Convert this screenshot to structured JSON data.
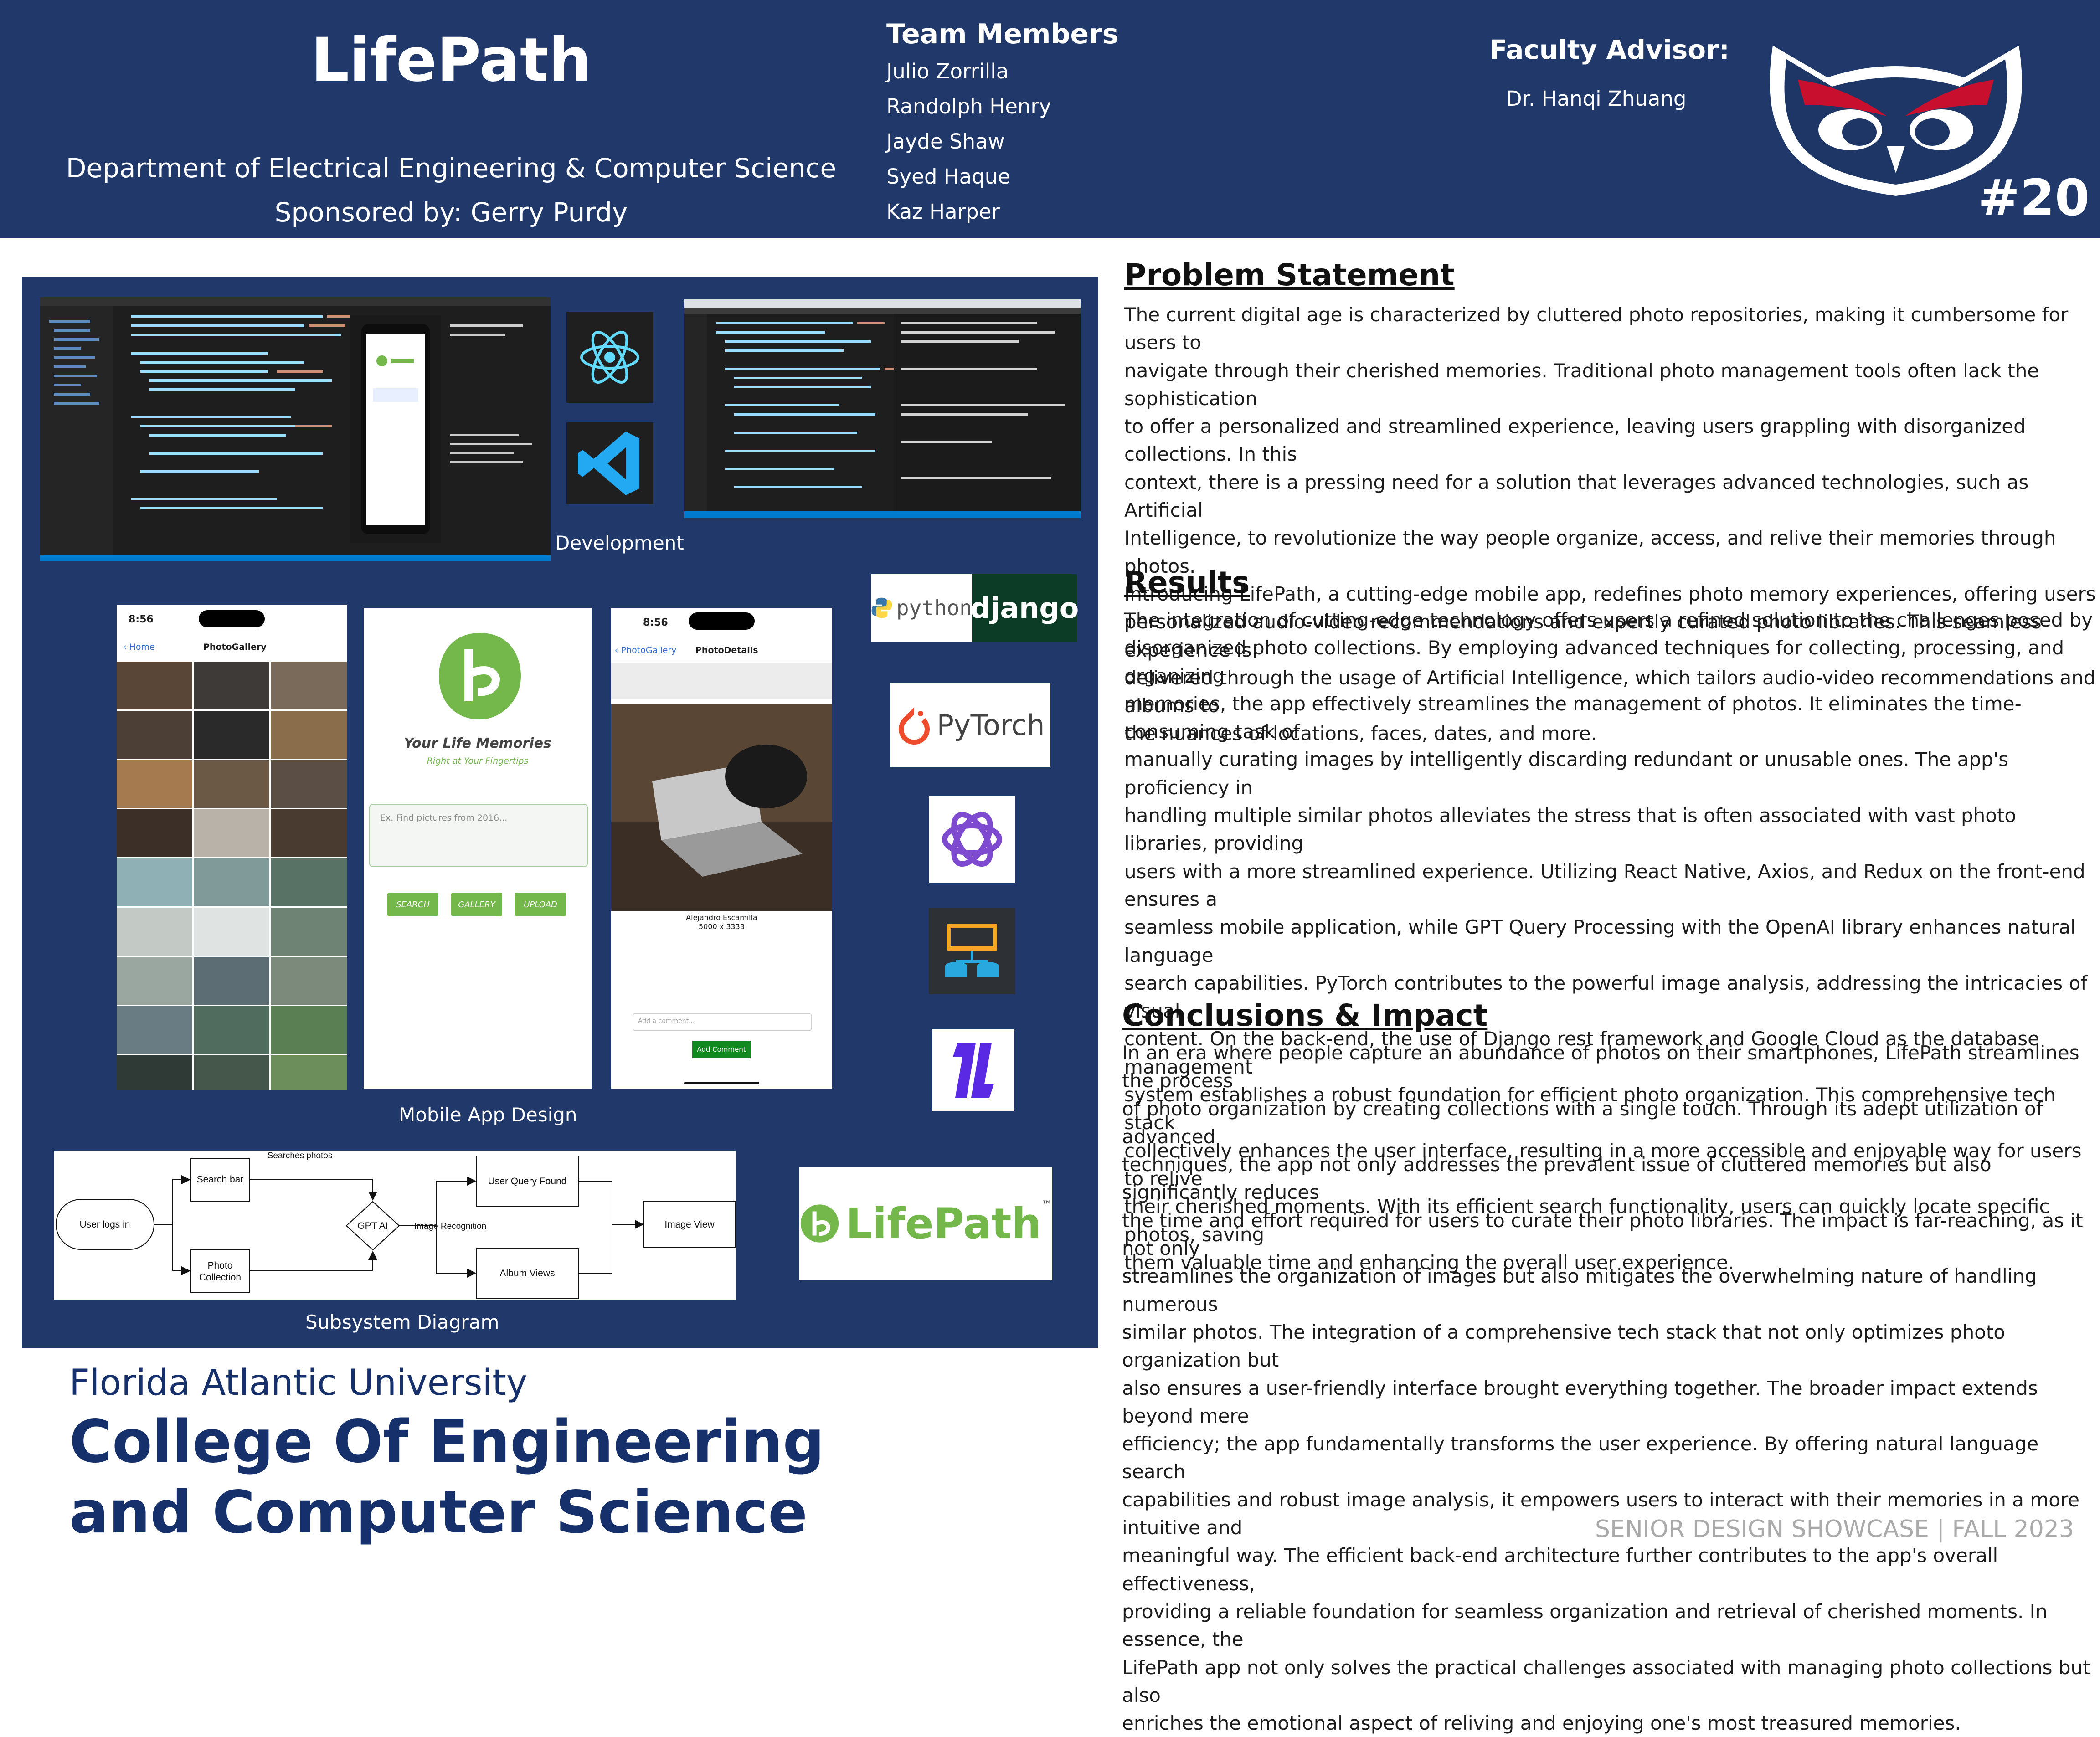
{
  "header": {
    "title": "LifePath",
    "department": "Department of Electrical Engineering & Computer Science",
    "sponsor": "Sponsored by: Gerry Purdy",
    "team_heading": "Team Members",
    "team_members": [
      "Julio Zorrilla",
      "Randolph Henry",
      "Jayde Shaw",
      "Syed Haque",
      "Kaz Harper"
    ],
    "advisor_heading": "Faculty Advisor:",
    "advisor_name": "Dr. Hanqi Zhuang",
    "project_number": "#20",
    "mascot_icon": "owl-logo-icon",
    "background_color": "#20386a"
  },
  "left_panel": {
    "development_label": "Development",
    "mobile_label": "Mobile App Design",
    "subsystem_label": "Subsystem Diagram",
    "logos": {
      "python": "python",
      "django": "django",
      "pytorch": "PyTorch",
      "lifepath": "LifePath",
      "lifepath_tm": "™"
    },
    "icons": [
      "react-icon",
      "vscode-icon",
      "redux-icon",
      "openai-icon",
      "database-icon",
      "axios-icon"
    ],
    "phone_gallery": {
      "time": "8:56",
      "back": "Home",
      "title": "PhotoGallery"
    },
    "phone_home": {
      "tagline": "Your Life Memories",
      "subtagline": "Right at Your Fingertips",
      "placeholder": "Ex. Find pictures from 2016...",
      "buttons": [
        "SEARCH",
        "GALLERY",
        "UPLOAD"
      ]
    },
    "phone_details": {
      "time": "8:56",
      "back": "PhotoGallery",
      "title": "PhotoDetails",
      "author": "Alejandro Escamilla",
      "dimensions": "5000 x 3333",
      "comment_placeholder": "Add a comment...",
      "add_button": "Add Comment"
    },
    "diagram": {
      "user_logs_in": "User logs in",
      "search_bar": "Search bar",
      "photo_collection_1": "Photo",
      "photo_collection_2": "Collection",
      "searches_photos": "Searches photos",
      "gpt_ai": "GPT AI",
      "image_recognition": "Image Recognition",
      "user_query_found": "User Query Found",
      "album_views": "Album Views",
      "image_view": "Image View"
    }
  },
  "sections": {
    "problem": {
      "heading": "Problem Statement",
      "lines": [
        "The current digital age is characterized by cluttered photo repositories, making it cumbersome for users to",
        "navigate through their cherished memories. Traditional photo management tools often lack the sophistication",
        "to offer a personalized and streamlined experience, leaving users grappling with disorganized collections. In this",
        "context, there is a pressing need for a solution that leverages advanced technologies, such as Artificial",
        "Intelligence, to revolutionize the way people organize, access, and relive their memories through photos.",
        "Introducing LifePath, a cutting-edge mobile app, redefines photo memory experiences, offering users",
        "personalized audio-video recommendations and expertly curated photo libraries. This seamless experience is",
        "delivered through the usage of Artificial Intelligence, which tailors audio-video recommendations and albums to",
        "the nuances of locations, faces, dates, and more."
      ]
    },
    "results": {
      "heading": "Results",
      "lines": [
        "The integration of cutting-edge technology offers users a refined solution to the challenges posed by",
        "disorganized photo collections. By employing advanced techniques for collecting, processing, and organizing",
        "memories, the app effectively streamlines the management of photos. It eliminates the time-consuming task of",
        "manually curating images by intelligently discarding redundant or unusable ones. The app's proficiency in",
        "handling multiple similar photos alleviates the stress that is often associated with vast photo libraries, providing",
        "users with a more streamlined experience. Utilizing React Native, Axios, and Redux on the front-end ensures a",
        "seamless mobile application, while GPT Query Processing with the OpenAI library enhances natural language",
        "search capabilities. PyTorch contributes to the powerful image analysis, addressing the intricacies of visual",
        "content. On the back-end, the use of Django rest framework and Google Cloud as the database management",
        "system establishes a robust foundation for efficient photo organization. This comprehensive tech stack",
        "collectively enhances the user interface, resulting in a more accessible and enjoyable way for users to relive",
        "their cherished moments. With its efficient search functionality, users can quickly locate specific photos, saving",
        "them valuable time and enhancing the overall user experience."
      ]
    },
    "conclusions": {
      "heading": "Conclusions & Impact",
      "lines": [
        "In an era where people capture an abundance of photos on their smartphones, LifePath streamlines the process",
        "of photo organization by creating collections with a single touch. Through its adept utilization of advanced",
        "techniques, the app not only addresses the prevalent issue of cluttered memories but also significantly reduces",
        "the time and effort required for users to curate their photo libraries. The impact is far-reaching, as it not only",
        "streamlines the organization of images but also mitigates the overwhelming nature of handling numerous",
        "similar photos. The integration of a comprehensive tech stack that not only optimizes photo organization but",
        "also ensures a user-friendly interface brought everything together. The broader impact extends beyond mere",
        "efficiency; the app fundamentally transforms the user experience. By offering natural language search",
        "capabilities and robust image analysis, it empowers users to interact with their memories in a more intuitive and",
        "meaningful way. The efficient back-end architecture further contributes to the app's overall effectiveness,",
        "providing a reliable foundation for seamless organization and retrieval of cherished moments. In essence, the",
        "LifePath app not only solves the practical challenges associated with managing photo collections but also",
        "enriches the emotional aspect of reliving and enjoying one's most treasured memories."
      ]
    }
  },
  "footer": {
    "university": "Florida Atlantic University",
    "college_line1": "College Of Engineering",
    "college_line2": "and Computer Science",
    "showcase": "SENIOR DESIGN SHOWCASE | FALL 2023"
  }
}
